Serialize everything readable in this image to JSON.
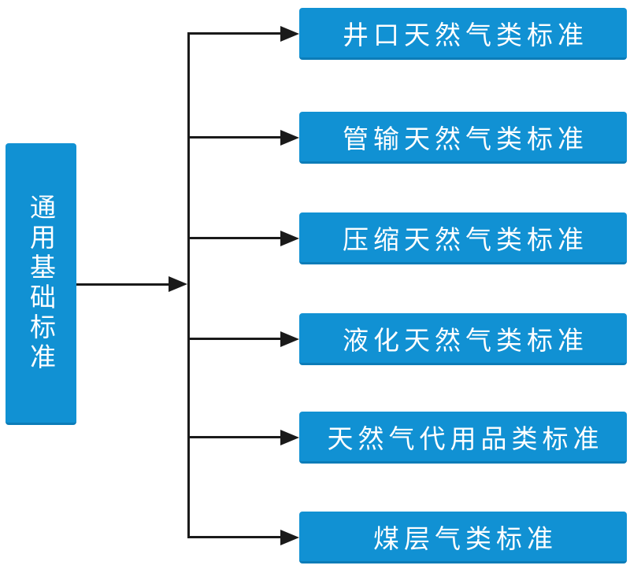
{
  "diagram": {
    "type": "flowchart",
    "direction": "left-to-right",
    "root": {
      "label": "通用基础标准",
      "orientation": "vertical"
    },
    "branches": [
      {
        "label": "井口天然气类标准"
      },
      {
        "label": "管输天然气类标准"
      },
      {
        "label": "压缩天然气类标准"
      },
      {
        "label": "液化天然气类标准"
      },
      {
        "label": "天然气代用品类标准"
      },
      {
        "label": "煤层气类标准"
      }
    ],
    "colors": {
      "node_fill": "#1191d3",
      "node_bottom_edge": "#0c7cb8",
      "node_text": "#ffffff",
      "connector": "#1a1a1a",
      "background": "#ffffff"
    }
  }
}
